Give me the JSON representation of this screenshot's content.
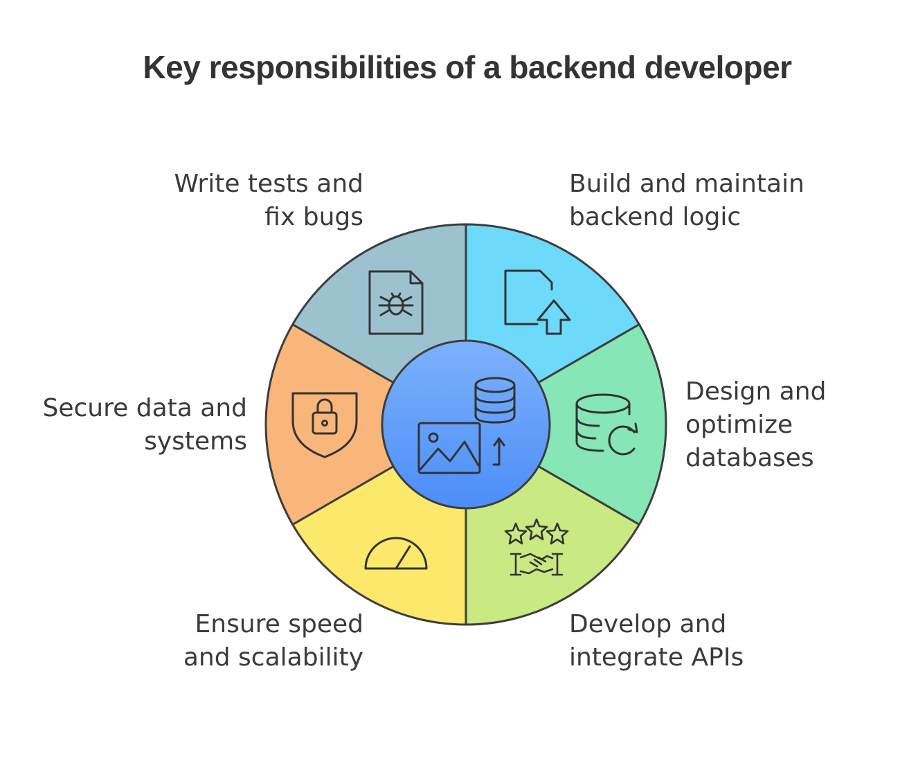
{
  "title": "Key responsibilities of a backend developer",
  "segments": [
    {
      "id": "backend-logic",
      "label": "Build and maintain\nbackend logic",
      "color": "#6dd9fb",
      "icon": "file-upload-icon"
    },
    {
      "id": "databases",
      "label": "Design and\noptimize\ndatabases",
      "color": "#86e6b5",
      "icon": "database-refresh-icon"
    },
    {
      "id": "apis",
      "label": "Develop and\nintegrate APIs",
      "color": "#c9e982",
      "icon": "handshake-stars-icon"
    },
    {
      "id": "speed",
      "label": "Ensure speed\nand scalability",
      "color": "#fce86b",
      "icon": "speedometer-icon"
    },
    {
      "id": "security",
      "label": "Secure data and\nsystems",
      "color": "#f8b67a",
      "icon": "shield-lock-icon"
    },
    {
      "id": "testing",
      "label": "Write tests and\nfix bugs",
      "color": "#9cc2d0",
      "icon": "bug-report-icon"
    }
  ],
  "center": {
    "icon": "image-database-upload-icon",
    "color_top": "#7cb1fb",
    "color_bottom": "#4c8ef9"
  }
}
